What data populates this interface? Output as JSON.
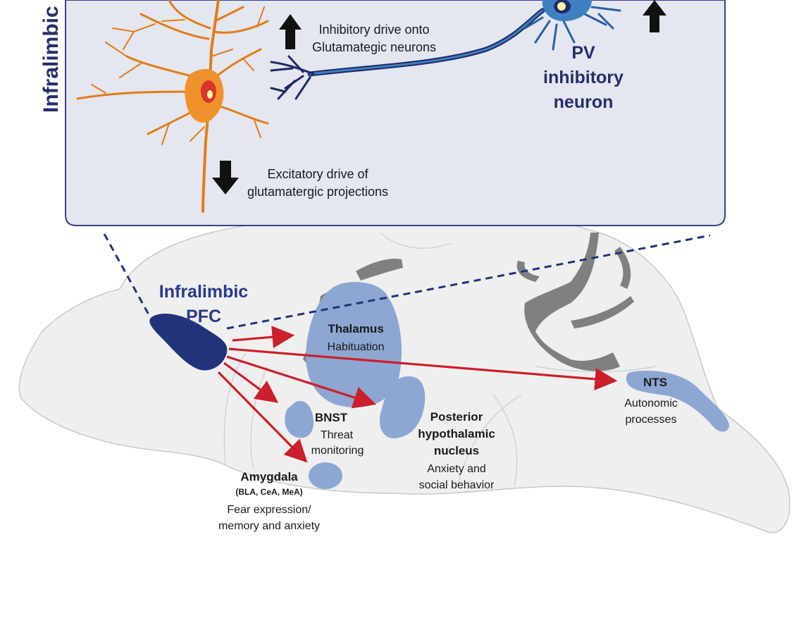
{
  "panel": {
    "side_label": "Infralimbic",
    "pv_neuron_label": [
      "PV",
      "inhibitory",
      "neuron"
    ],
    "inhibitory_drive": [
      "Inhibitory drive onto",
      "Glutamategic neurons"
    ],
    "excitatory_drive": [
      "Excitatory drive of",
      "glutamatergic projections"
    ],
    "colors": {
      "panel_fill": "#e4e6f0",
      "panel_border": "#3a3f8f",
      "glutamatergic_neuron": "#f0922b",
      "pv_neuron": "#3f7fc0",
      "axon_navy": "#1f2a66"
    }
  },
  "brain": {
    "source": [
      "Infralimbic",
      "PFC"
    ],
    "regions": {
      "thalamus": {
        "name": "Thalamus",
        "function": "Habituation"
      },
      "bnst": {
        "name": "BNST",
        "function": [
          "Threat",
          "monitoring"
        ]
      },
      "amygdala": {
        "name": "Amygdala",
        "subnuclei": "(BLA, CeA, MeA)",
        "function": [
          "Fear expression/",
          "memory and anxiety"
        ]
      },
      "posterior_hypothalamic": {
        "name": [
          "Posterior",
          "hypothalamic",
          "nucleus"
        ],
        "function": [
          "Anxiety and",
          "social behavior"
        ]
      },
      "nts": {
        "name": "NTS",
        "function": [
          "Autonomic",
          "processes"
        ]
      }
    },
    "colors": {
      "region_fill": "#8ea6d2",
      "pfc_fill": "#22337a",
      "projection_arrow": "#cc1f2b",
      "brain_fill": "#efefef",
      "ventricle": "#808080"
    }
  }
}
